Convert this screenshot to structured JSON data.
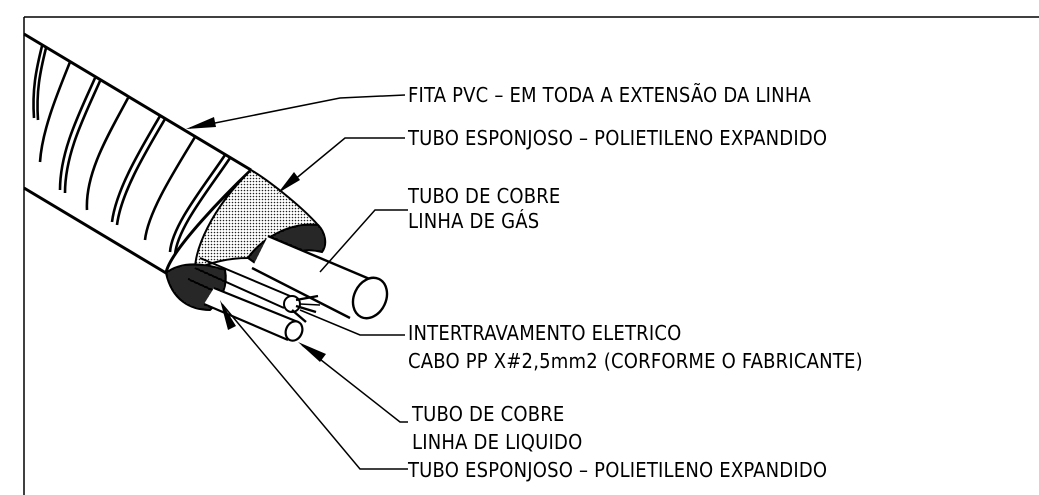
{
  "labels": {
    "fita_pvc": "FITA PVC – EM TODA A EXTENSÃO DA LINHA",
    "tubo_esponjoso_top": "TUBO ESPONJOSO – POLIETILENO EXPANDIDO",
    "tubo_cobre_gas_1": "TUBO DE COBRE",
    "tubo_cobre_gas_2": "LINHA DE GÁS",
    "intertravamento_1": "INTERTRAVAMENTO ELETRICO",
    "intertravamento_2": "CABO PP X#2,5mm2 (CORFORME O FABRICANTE)",
    "tubo_cobre_liquido_1": "TUBO DE COBRE",
    "tubo_cobre_liquido_2": "LINHA DE LIQUIDO",
    "tubo_esponjoso_bottom": "TUBO ESPONJOSO – POLIETILENO EXPANDIDO"
  },
  "colors": {
    "line": "#000000",
    "background": "#ffffff",
    "foam": "#b9b9b9"
  }
}
